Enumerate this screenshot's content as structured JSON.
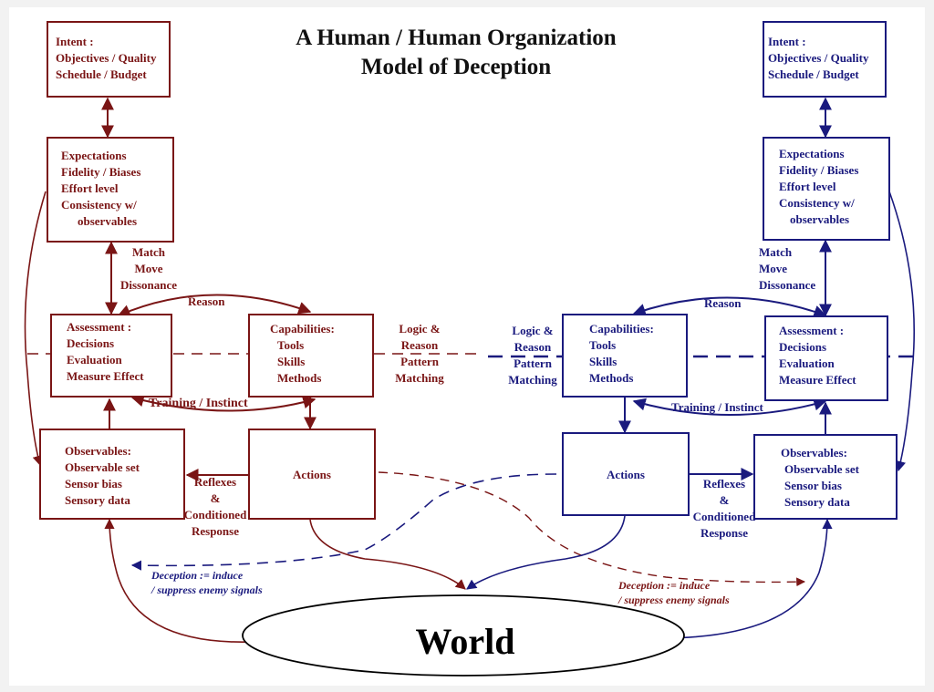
{
  "title": {
    "line1": "A Human / Human Organization",
    "line2": "Model of Deception"
  },
  "left": {
    "intent": {
      "title": "Intent :",
      "lines": [
        "Objectives / Quality",
        "Schedule / Budget"
      ]
    },
    "expectations": {
      "lines": [
        "Expectations",
        "Fidelity / Biases",
        "Effort level",
        "Consistency w/",
        "observables"
      ]
    },
    "assessment": {
      "title": "Assessment :",
      "lines": [
        "Decisions",
        "Evaluation",
        "Measure Effect"
      ]
    },
    "capabilities": {
      "title": "Capabilities:",
      "lines": [
        "Tools",
        "Skills",
        "Methods"
      ]
    },
    "observables": {
      "title": "Observables:",
      "lines": [
        "Observable set",
        "Sensor bias",
        "Sensory data"
      ]
    },
    "actions": {
      "title": "Actions"
    },
    "match_labels": [
      "Match",
      "Move",
      "Dissonance"
    ],
    "reason_label": "Reason",
    "training_label": "Training / Instinct",
    "logic_labels": [
      "Logic &",
      "Reason",
      "Pattern",
      "Matching"
    ],
    "reflex_labels": [
      "Reflexes",
      "&",
      "Conditioned",
      "Response"
    ],
    "deception_labels": [
      "Deception := induce",
      "/ suppress enemy signals"
    ]
  },
  "right": {
    "intent": {
      "title": "Intent :",
      "lines": [
        "Objectives / Quality",
        "Schedule / Budget"
      ]
    },
    "expectations": {
      "lines": [
        "Expectations",
        "Fidelity / Biases",
        "Effort level",
        "Consistency w/",
        "observables"
      ]
    },
    "assessment": {
      "title": "Assessment :",
      "lines": [
        "Decisions",
        "Evaluation",
        "Measure Effect"
      ]
    },
    "capabilities": {
      "title": "Capabilities:",
      "lines": [
        "Tools",
        "Skills",
        "Methods"
      ]
    },
    "observables": {
      "title": "Observables:",
      "lines": [
        "Observable set",
        "Sensor bias",
        "Sensory data"
      ]
    },
    "actions": {
      "title": "Actions"
    },
    "match_labels": [
      "Match",
      "Move",
      "Dissonance"
    ],
    "reason_label": "Reason",
    "training_label": "Training / Instinct",
    "logic_labels": [
      "Logic  &",
      "Reason",
      "Pattern",
      "Matching"
    ],
    "reflex_labels": [
      "Reflexes",
      "&",
      "Conditioned",
      "Response"
    ],
    "deception_labels": [
      "Deception := induce",
      "/ suppress enemy signals"
    ]
  },
  "world": "World",
  "colors": {
    "red": "#7a1515",
    "blue": "#1a1a7e"
  }
}
